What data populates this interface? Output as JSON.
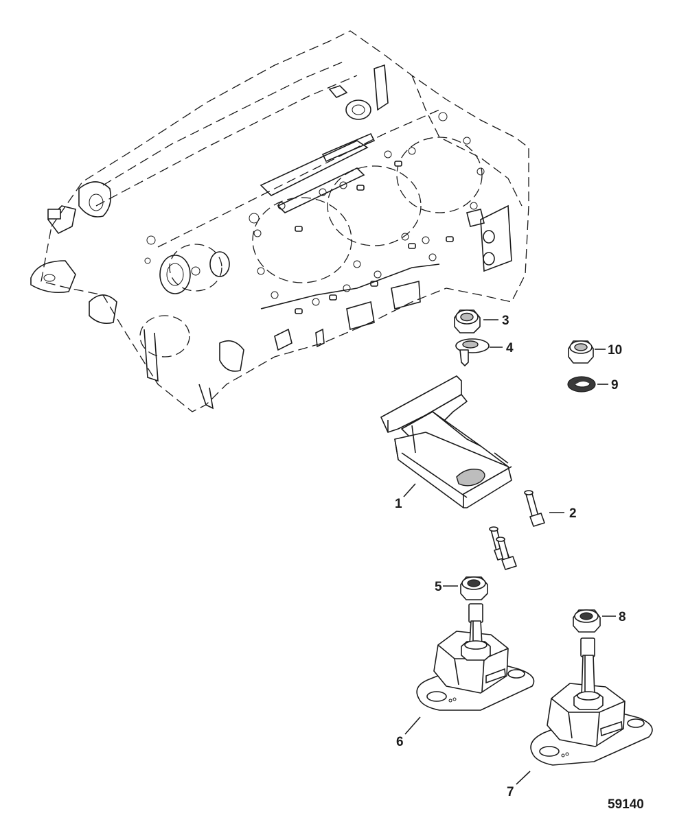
{
  "callouts": {
    "c1": "1",
    "c2": "2",
    "c3": "3",
    "c4": "4",
    "c5": "5",
    "c6": "6",
    "c7": "7",
    "c8": "8",
    "c9": "9",
    "c10": "10"
  },
  "figure_number": "59140",
  "colors": {
    "ink": "#1a1a1a",
    "shade": "#bdbdbd",
    "paper": "#ffffff"
  }
}
